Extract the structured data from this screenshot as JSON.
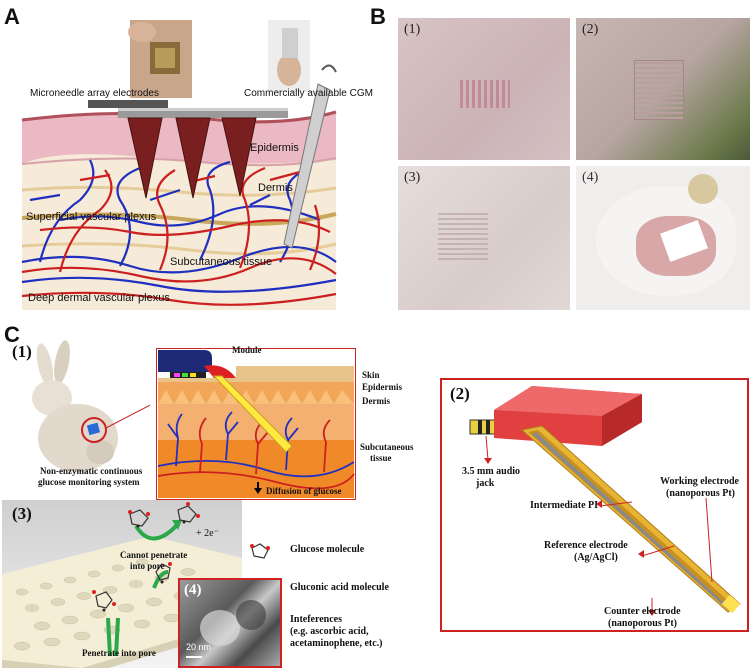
{
  "panel_letters": {
    "a": "A",
    "b": "B",
    "c": "C"
  },
  "panel_a": {
    "labels": {
      "microneedle": "Microneedle array electrodes",
      "cgm": "Commercially available CGM",
      "epidermis": "Epidermis",
      "dermis": "Dermis",
      "superficial": "Superficial vascular plexus",
      "subcutaneous": "Subcutaneous tissue",
      "deep": "Deep dermal vascular plexus"
    }
  },
  "panel_b": {
    "photo_numbers": [
      "(1)",
      "(2)",
      "(3)",
      "(4)"
    ]
  },
  "panel_c1": {
    "number": "(1)",
    "rabbit_caption_1": "Non-enzymatic continuous",
    "rabbit_caption_2": "glucose monitoring system",
    "module": "Module",
    "skin": "Skin",
    "epidermis": "Epidermis",
    "dermis": "Dermis",
    "subcutaneous_1": "Subcutaneous",
    "subcutaneous_2": "tissue",
    "diffusion": "Diffusion of glucose"
  },
  "panel_c2": {
    "number": "(2)",
    "jack_1": "3.5 mm audio",
    "jack_2": "jack",
    "working_1": "Working electrode",
    "working_2": "(nanoporous Pt)",
    "intermediate": "Intermediate PI",
    "reference_1": "Reference electrode",
    "reference_2": "(Ag/AgCl)",
    "counter_1": "Counter electrode",
    "counter_2": "(nanoporous Pt)"
  },
  "panel_c3": {
    "number": "(3)",
    "electrons": "+ 2e⁻",
    "cannot_1": "Cannot penetrate",
    "cannot_2": "into pore",
    "penetrate": "Penetrate into pore",
    "legend_glucose": "Glucose molecule",
    "legend_gluconic": "Gluconic acid molecule",
    "legend_interf_1": "Inteferences",
    "legend_interf_2": "(e.g. ascorbic acid,",
    "legend_interf_3": "acetaminophene, etc.)"
  },
  "panel_c4": {
    "number": "(4)",
    "scale": "20 nm"
  },
  "colors": {
    "panel_border": "#cc2222",
    "vessel_red": "#cc1f1f",
    "vessel_blue": "#1f2fbf",
    "needle": "#7a1f1f",
    "epidermis_pink": "#e9b7c2",
    "dermis_tan": "#f4e2c2",
    "pi_yellow": "#e8b434",
    "jack_red": "#e64848"
  }
}
